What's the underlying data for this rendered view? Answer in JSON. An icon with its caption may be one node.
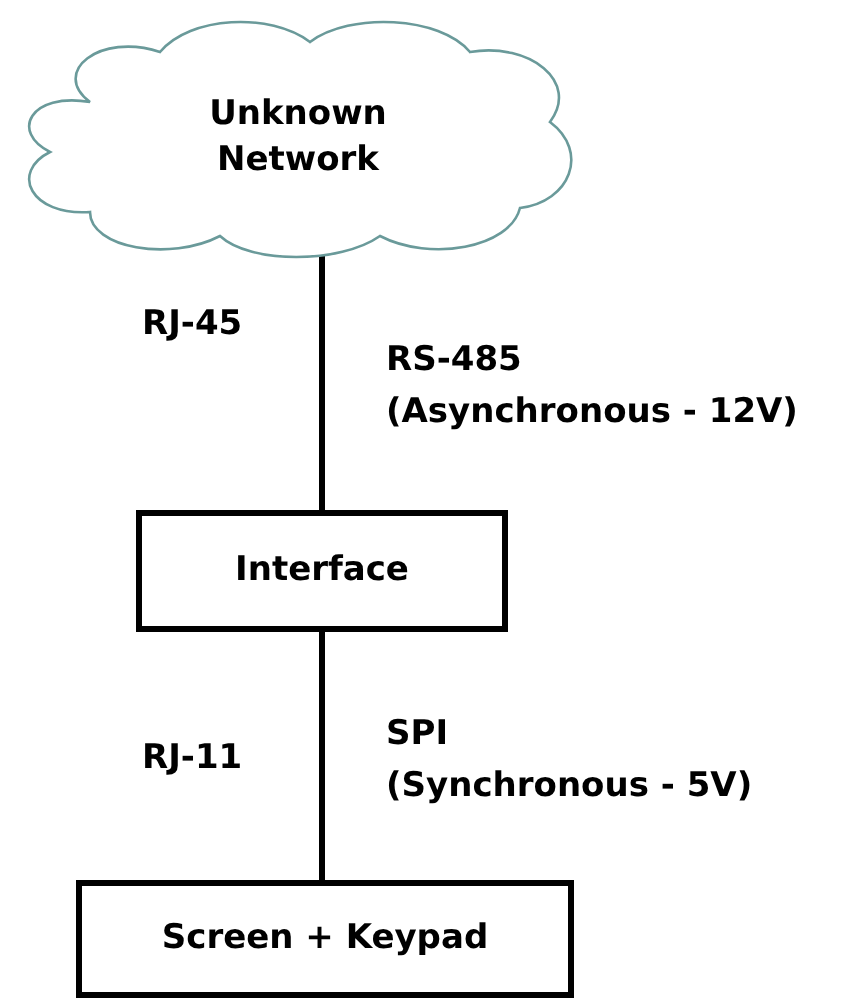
{
  "diagram": {
    "nodes": [
      {
        "text": [
          "Unknown Network"
        ]
      },
      {
        "text": [
          "Interface"
        ]
      },
      {
        "text": [
          "Screen + Keypad"
        ]
      }
    ],
    "edges": [
      {
        "from": 0,
        "to": 1,
        "arrow": "none",
        "label": "RS-485 (Asynchronous - 12V)"
      },
      {
        "from": 1,
        "to": 2,
        "arrow": "none",
        "label": "SPI (Synchronous - 5V)"
      }
    ],
    "labels": [
      "RJ-45",
      "RJ-11"
    ]
  }
}
